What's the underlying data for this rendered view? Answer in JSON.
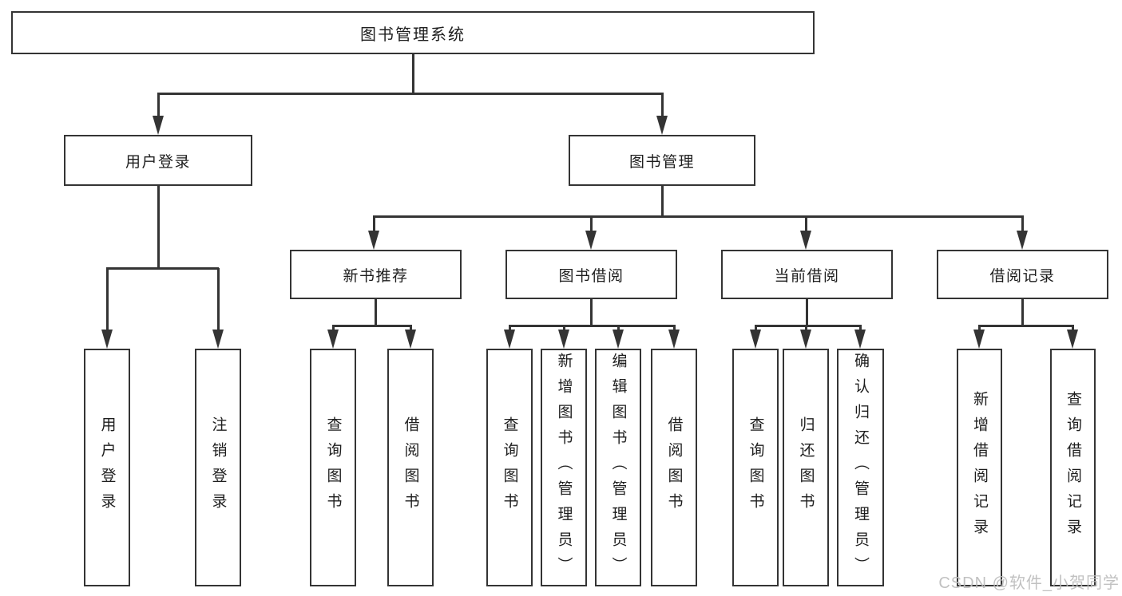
{
  "diagram": {
    "root": {
      "label": "图书管理系统"
    },
    "level2": [
      {
        "label": "用户登录"
      },
      {
        "label": "图书管理"
      }
    ],
    "level3": [
      {
        "label": "新书推荐"
      },
      {
        "label": "图书借阅"
      },
      {
        "label": "当前借阅"
      },
      {
        "label": "借阅记录"
      }
    ],
    "leaves": {
      "user_login": [
        "用户登录",
        "注销登录"
      ],
      "new_books": [
        "查询图书",
        "借阅图书"
      ],
      "book_borrow": [
        "查询图书",
        "新增图书（管理员）",
        "编辑图书（管理员）",
        "借阅图书"
      ],
      "current_borrow": [
        "查询图书",
        "归还图书",
        "确认归还（管理员）"
      ],
      "borrow_records": [
        "新增借阅记录",
        "查询借阅记录"
      ]
    }
  },
  "watermark": {
    "text": "CSDN @软件_小贺同学"
  },
  "colors": {
    "line": "#343434",
    "background": "#ffffff",
    "text": "#1e1e1e",
    "watermark": "#bcbcbc"
  }
}
